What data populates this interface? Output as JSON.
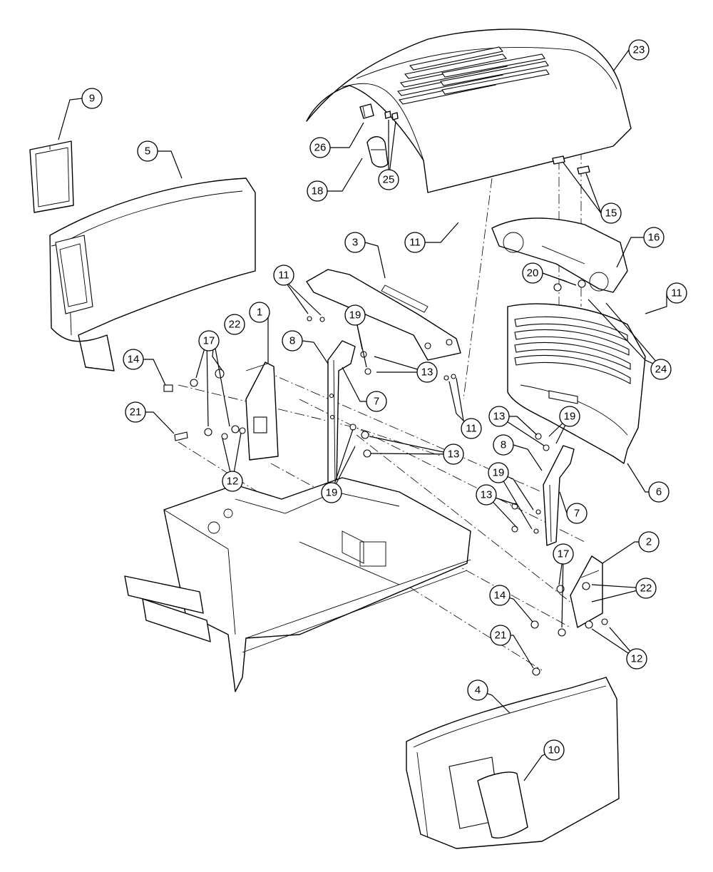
{
  "diagram": {
    "callouts": [
      {
        "id": "c-23",
        "label": "23"
      },
      {
        "id": "c-9",
        "label": "9"
      },
      {
        "id": "c-26",
        "label": "26"
      },
      {
        "id": "c-5",
        "label": "5"
      },
      {
        "id": "c-25",
        "label": "25"
      },
      {
        "id": "c-18",
        "label": "18"
      },
      {
        "id": "c-15",
        "label": "15"
      },
      {
        "id": "c-11a",
        "label": "11"
      },
      {
        "id": "c-3",
        "label": "3"
      },
      {
        "id": "c-16",
        "label": "16"
      },
      {
        "id": "c-11b",
        "label": "11"
      },
      {
        "id": "c-20",
        "label": "20"
      },
      {
        "id": "c-11c",
        "label": "11"
      },
      {
        "id": "c-1",
        "label": "1"
      },
      {
        "id": "c-22a",
        "label": "22"
      },
      {
        "id": "c-17a",
        "label": "17"
      },
      {
        "id": "c-19a",
        "label": "19"
      },
      {
        "id": "c-8a",
        "label": "8"
      },
      {
        "id": "c-24",
        "label": "24"
      },
      {
        "id": "c-13a",
        "label": "13"
      },
      {
        "id": "c-14a",
        "label": "14"
      },
      {
        "id": "c-7a",
        "label": "7"
      },
      {
        "id": "c-21a",
        "label": "21"
      },
      {
        "id": "c-11d",
        "label": "11"
      },
      {
        "id": "c-13b",
        "label": "13"
      },
      {
        "id": "c-19b",
        "label": "19"
      },
      {
        "id": "c-13c",
        "label": "13"
      },
      {
        "id": "c-12a",
        "label": "12"
      },
      {
        "id": "c-19c",
        "label": "19"
      },
      {
        "id": "c-8b",
        "label": "8"
      },
      {
        "id": "c-6",
        "label": "6"
      },
      {
        "id": "c-19d",
        "label": "19"
      },
      {
        "id": "c-13d",
        "label": "13"
      },
      {
        "id": "c-7b",
        "label": "7"
      },
      {
        "id": "c-2",
        "label": "2"
      },
      {
        "id": "c-22b",
        "label": "22"
      },
      {
        "id": "c-17b",
        "label": "17"
      },
      {
        "id": "c-14b",
        "label": "14"
      },
      {
        "id": "c-21b",
        "label": "21"
      },
      {
        "id": "c-12b",
        "label": "12"
      },
      {
        "id": "c-4",
        "label": "4"
      },
      {
        "id": "c-10",
        "label": "10"
      }
    ]
  }
}
